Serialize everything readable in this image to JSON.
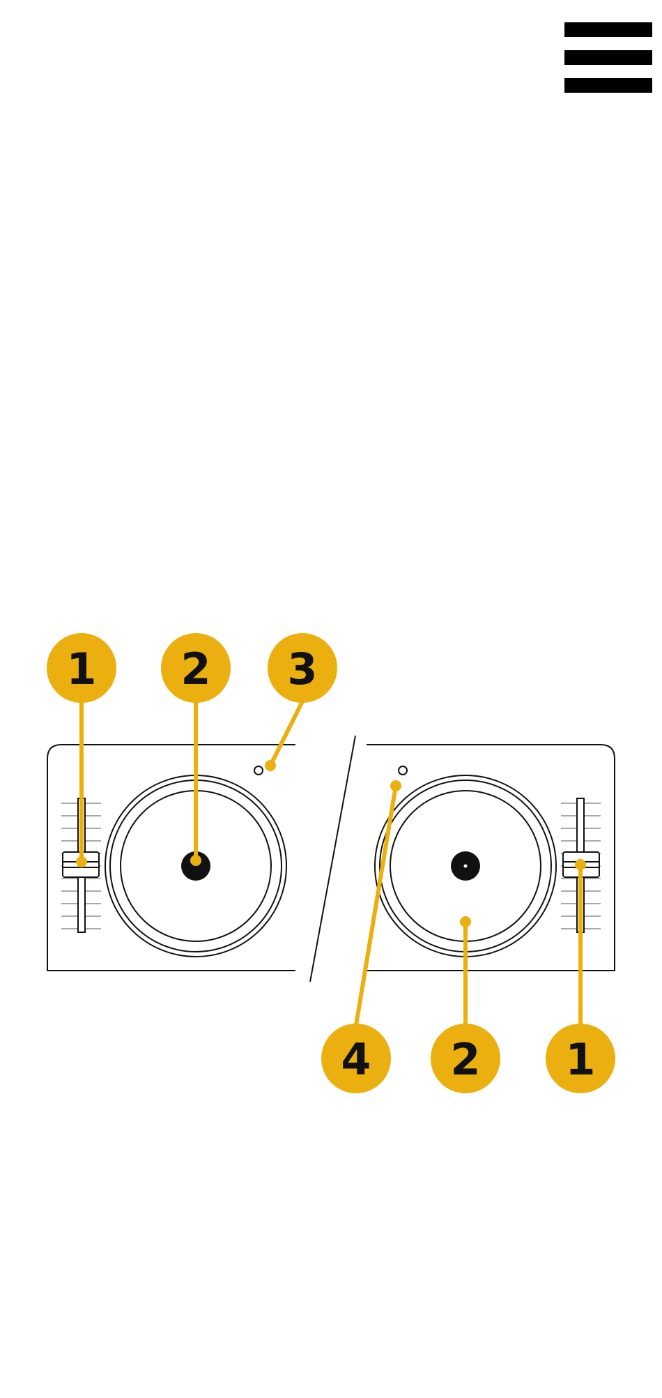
{
  "menu": {
    "icon": "hamburger-menu-icon"
  },
  "colors": {
    "callout": "#ebb010",
    "line": "#111111",
    "background": "#ffffff"
  },
  "diagram": {
    "callouts": {
      "left_fader": "1",
      "left_platter": "2",
      "left_led": "3",
      "right_led": "4",
      "right_platter": "2",
      "right_fader": "1"
    }
  }
}
